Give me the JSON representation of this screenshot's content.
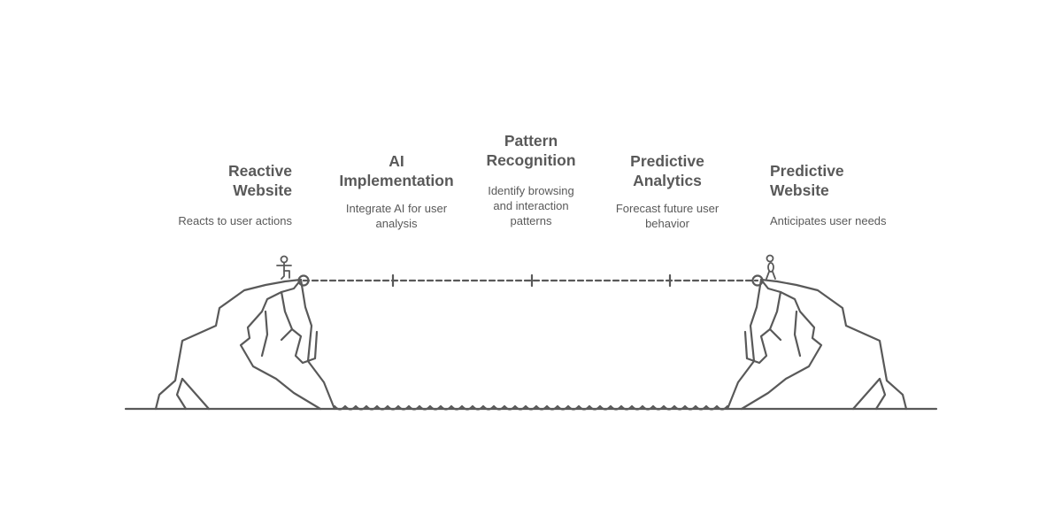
{
  "stages": [
    {
      "title": "Reactive\nWebsite",
      "description": "Reacts to user actions"
    },
    {
      "title": "AI\nImplementation",
      "description": "Integrate AI for user\nanalysis"
    },
    {
      "title": "Pattern\nRecognition",
      "description": "Identify browsing\nand interaction\npatterns"
    },
    {
      "title": "Predictive\nAnalytics",
      "description": "Forecast future user\nbehavior"
    },
    {
      "title": "Predictive\nWebsite",
      "description": "Anticipates user needs"
    }
  ],
  "colors": {
    "stroke": "#595959",
    "text": "#595959",
    "background": "#ffffff"
  },
  "icons": {
    "left_figure": "person-walking-icon",
    "right_figure": "person-standing-icon",
    "left_cliff": "cliff-illustration",
    "right_cliff": "cliff-illustration",
    "rope": "tightrope-line",
    "water": "water-waves"
  }
}
